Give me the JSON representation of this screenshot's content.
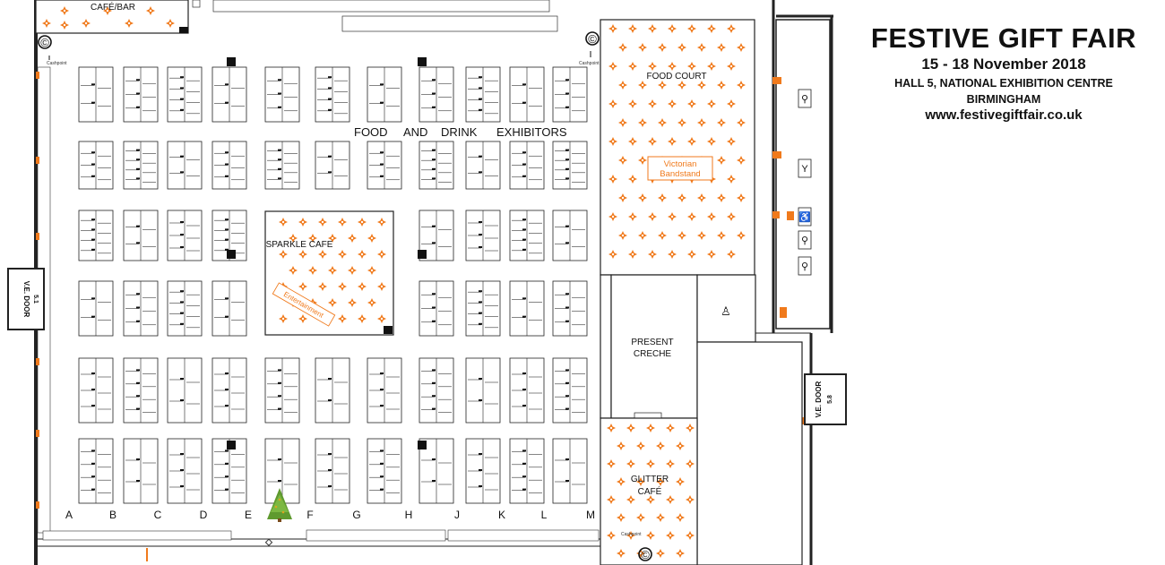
{
  "header": {
    "title": "FESTIVE GIFT FAIR",
    "dates": "15 - 18 November 2018",
    "venue_line1": "HALL 5, NATIONAL EXHIBITION CENTRE",
    "venue_line2": "BIRMINGHAM",
    "website": "www.festivegiftfair.co.uk"
  },
  "labels": {
    "cafe_bar": "CAFÉ/BAR",
    "food_court": "FOOD COURT",
    "food_drink_1": "FOOD",
    "food_drink_2": "AND",
    "food_drink_3": "DRINK",
    "food_drink_4": "EXHIBITORS",
    "sparkle_cafe": "SPARKLE CAFE",
    "entertainment": "Entertainment",
    "bandstand_1": "Victorian",
    "bandstand_2": "Bandstand",
    "present_creche_1": "PRESENT",
    "present_creche_2": "CRECHE",
    "glitter_cafe_1": "GLITTER",
    "glitter_cafe_2": "CAFÉ",
    "cashpoint": "Cashpoint",
    "door_left_1": "V.E. DOOR",
    "door_left_2": "5.1",
    "door_right_1": "V.E. DOOR",
    "door_right_2": "5.8",
    "copyright_symbol": "©"
  },
  "aisles": [
    "A",
    "B",
    "C",
    "D",
    "E",
    "F",
    "G",
    "H",
    "J",
    "K",
    "L",
    "M"
  ],
  "colors": {
    "accent": "#f07a1c",
    "line": "#222222"
  },
  "icons": [
    "tree-icon",
    "toilet-icon",
    "baby-change-icon",
    "accessible-icon",
    "first-aid-icon"
  ]
}
